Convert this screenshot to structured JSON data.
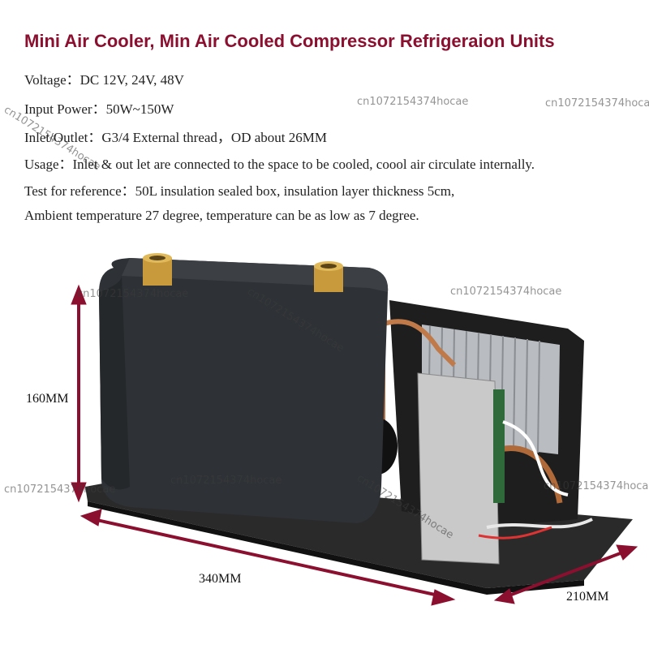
{
  "title": "Mini Air Cooler, Min Air Cooled Compressor Refrigeraion Units",
  "specs": [
    "Voltage：DC 12V, 24V, 48V",
    "Input Power：50W~150W",
    "Inlet/Outlet：G3/4 External thread，OD about 26MM",
    "Usage：Inlet & out let are connected to the space to be cooled, coool air circulate internally.",
    "Test for reference：50L insulation sealed box, insulation layer thickness 5cm,",
    "Ambient temperature 27 degree, temperature can be as low as 7 degree."
  ],
  "dimensions": {
    "height": "160MM",
    "length": "340MM",
    "width": "210MM"
  },
  "watermark": "cn1072154374hocae",
  "colors": {
    "title": "#8b1030",
    "arrow": "#8b1030"
  }
}
